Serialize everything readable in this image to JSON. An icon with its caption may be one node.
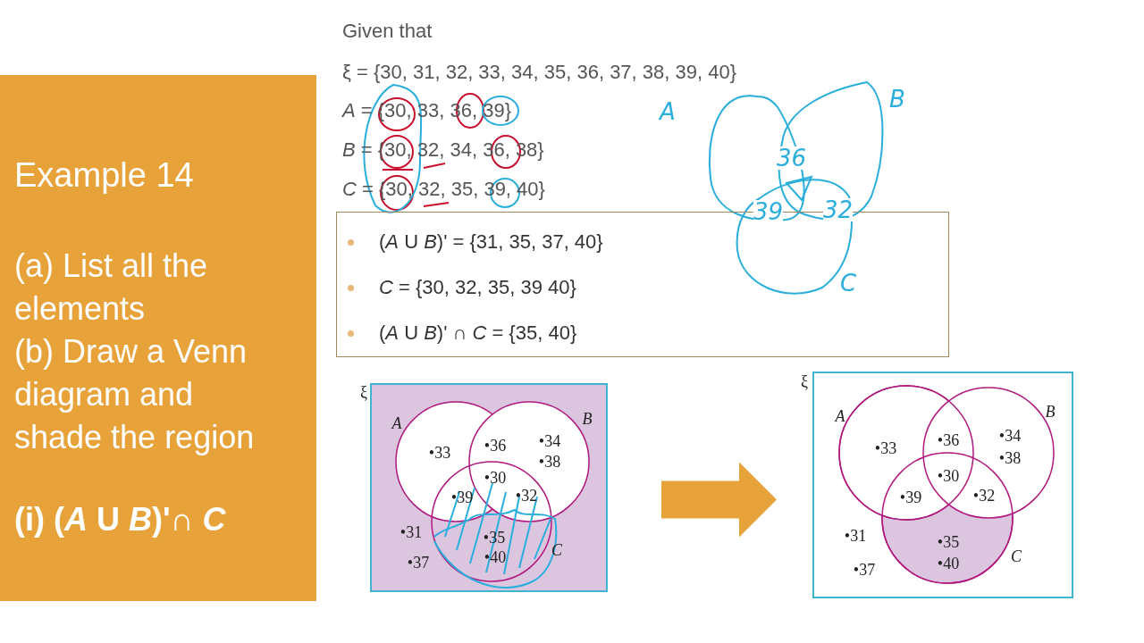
{
  "diagram": {
    "nodes": [
      {
        "text": [
          "Example 14",
          "(a) List all the elements",
          "(b) Draw a Venn diagram and shade the region",
          "(i) (*A* U *B*)'∩ *C*"
        ]
      },
      {
        "text": [
          "(*A* U *B*)' = {31, 35, 37, 40}",
          "*C* = {30, 32, 35, 39 40}",
          "(*A* U *B*)' ∩ *C* = {35, 40}"
        ]
      },
      {
        "text": [
          "ξ",
          "A",
          "B",
          "C",
          "•33",
          "•36",
          "•34",
          "•38",
          "•30",
          "•39",
          "•32",
          "•31",
          "•35",
          "•40",
          "•37"
        ]
      },
      {
        "text": [
          "ξ",
          "A",
          "B",
          "C",
          "•33",
          "•36",
          "•34",
          "•38",
          "•30",
          "•39",
          "•32",
          "•31",
          "•35",
          "•40",
          "•37"
        ]
      }
    ],
    "edges": [
      {
        "from": 2,
        "to": 3,
        "arrow": "to",
        "style": "thick",
        "color": "#e8a23a"
      }
    ],
    "labels": [
      "Given that",
      "ξ = {30, 31, 32, 33, 34, 35, 36, 37, 38, 39, 40}",
      "*A* = {30, 33, 36, 39}",
      "*B* = {30, 32, 34, 36, 38}",
      "*C* = {30, 32, 35, 39, 40}",
      "A",
      "B",
      "36",
      "39",
      "32",
      "C"
    ]
  }
}
